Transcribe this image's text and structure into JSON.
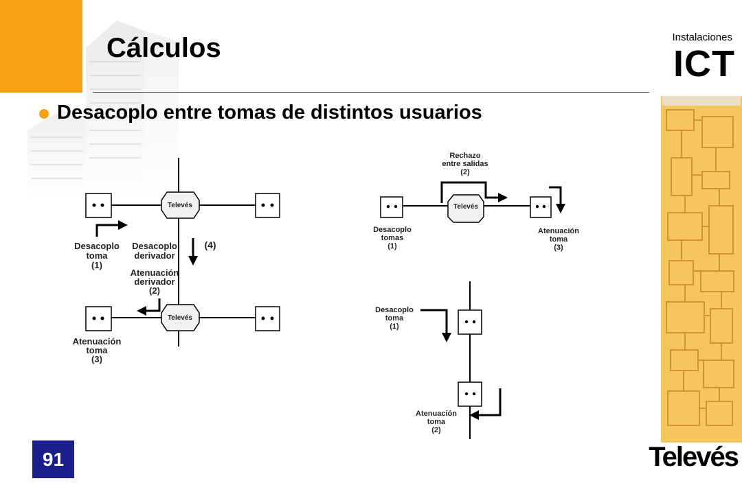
{
  "header": {
    "title": "Cálculos",
    "brand_small": "Instalaciones",
    "brand_big": "ICT"
  },
  "subtitle": "Desacoplo entre tomas de distintos usuarios",
  "colors": {
    "accent": "#f7a013",
    "page_number_bg": "#1a1f8c"
  },
  "diagram_left": {
    "desacoplo_toma": [
      "Desacoplo",
      "toma",
      "(1)"
    ],
    "desacoplo_derivador": [
      "Desacoplo",
      "derivador"
    ],
    "label_4": "(4)",
    "atenuacion_derivador": [
      "Atenuación",
      "derivador",
      "(2)"
    ],
    "atenuacion_toma": [
      "Atenuación",
      "toma",
      "(3)"
    ],
    "tap_brand": "Televés"
  },
  "diagram_right_top": {
    "rechazo": [
      "Rechazo",
      "entre salidas",
      "(2)"
    ],
    "desacoplo_tomas": [
      "Desacoplo",
      "tomas",
      "(1)"
    ],
    "atenuacion_toma": [
      "Atenuación",
      "toma",
      "(3)"
    ],
    "splitter_brand": "Televés"
  },
  "diagram_right_bottom": {
    "desacoplo_toma": [
      "Desacoplo",
      "toma",
      "(1)"
    ],
    "atenuacion_toma": [
      "Atenuación",
      "toma",
      "(2)"
    ]
  },
  "footer": {
    "page_number": "91",
    "logo": "Televés"
  }
}
